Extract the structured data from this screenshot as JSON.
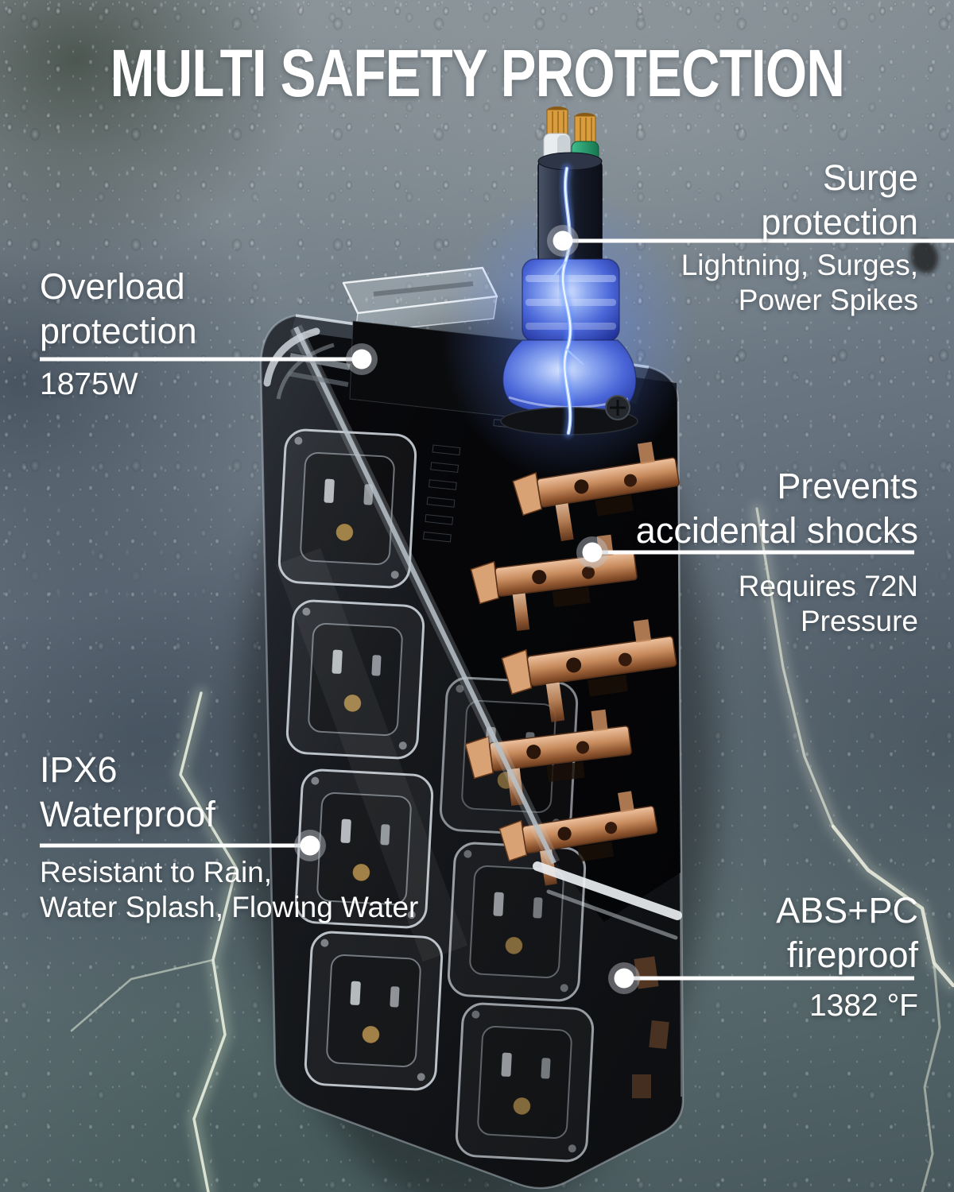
{
  "title": "MULTI SAFETY PROTECTION",
  "callouts": {
    "surge": {
      "heading": "Surge\nprotection",
      "detail": "Lightning, Surges,\nPower Spikes"
    },
    "overload": {
      "heading": "Overload\nprotection",
      "detail": "1875W"
    },
    "shock": {
      "heading": "Prevents\naccidental shocks",
      "detail": "Requires 72N\nPressure"
    },
    "waterproof": {
      "heading": "IPX6\nWaterproof",
      "detail": "Resistant to Rain,\nWater Splash, Flowing Water"
    },
    "fireproof": {
      "heading": "ABS+PC\nfireproof",
      "detail": "1382 °F"
    }
  },
  "colors": {
    "text": "#ffffff",
    "callout_line": "#ffffff",
    "copper": "#c88c5e",
    "plug_glow": "#5b86e8",
    "lightning_bolt": "#e9efdc",
    "background_mid": "#64707c"
  }
}
